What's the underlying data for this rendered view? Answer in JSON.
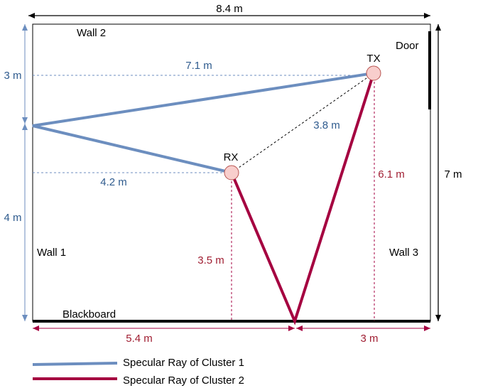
{
  "colors": {
    "cluster1": "#6c8ebf",
    "cluster2": "#a50040",
    "blue_text": "#2f5b8e",
    "red_text": "#a01e32",
    "node_fill": "#f8cecc",
    "node_stroke": "#b85450"
  },
  "room": {
    "width_label": "8.4 m",
    "height_label": "7 m",
    "wall2": "Wall 2",
    "wall1": "Wall 1",
    "wall3": "Wall 3",
    "door": "Door",
    "blackboard": "Blackboard"
  },
  "nodes": {
    "tx": "TX",
    "rx": "RX"
  },
  "dimensions": {
    "left_top": "3 m",
    "left_bottom": "4 m",
    "tx_to_wall1": "7.1 m",
    "rx_to_wall1": "4.2 m",
    "tx_rx": "3.8 m",
    "tx_to_blackboard": "6.1 m",
    "rx_to_blackboard": "3.5 m",
    "bottom_left": "5.4 m",
    "bottom_right": "3 m"
  },
  "legend": [
    {
      "label": "Specular Ray of Cluster 1",
      "color": "#6c8ebf"
    },
    {
      "label": "Specular Ray of Cluster 2",
      "color": "#a50040"
    }
  ]
}
